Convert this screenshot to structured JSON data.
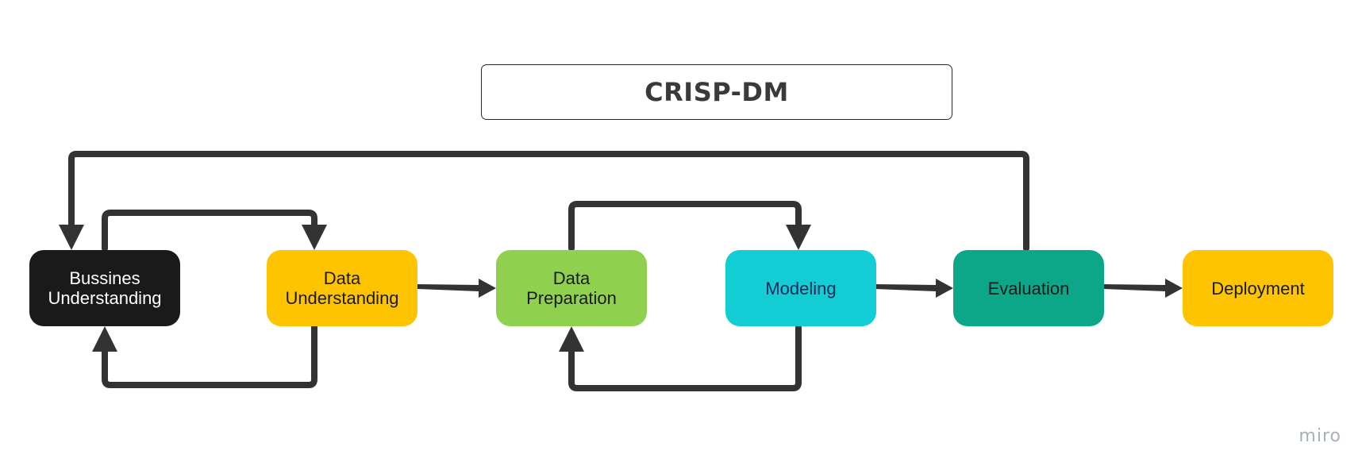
{
  "title": "CRISP-DM",
  "colors": {
    "arrow": "#333333",
    "business": "#1a1a1a",
    "data_understanding": "#ffc400",
    "data_preparation": "#8fd14f",
    "modeling": "#12cdd4",
    "evaluation": "#0ca789",
    "deployment": "#ffc400"
  },
  "stages": {
    "business": {
      "label": "Bussines\nUnderstanding",
      "fill": "#1a1a1a",
      "text_color": "#ffffff"
    },
    "data_understanding": {
      "label": "Data\nUnderstanding",
      "fill": "#ffc400",
      "text_color": "#1a1a1a"
    },
    "data_preparation": {
      "label": "Data\nPreparation",
      "fill": "#8fd14f",
      "text_color": "#1a1a1a"
    },
    "modeling": {
      "label": "Modeling",
      "fill": "#12cdd4",
      "text_color": "#1a2a5a"
    },
    "evaluation": {
      "label": "Evaluation",
      "fill": "#0ca789",
      "text_color": "#1a1a1a"
    },
    "deployment": {
      "label": "Deployment",
      "fill": "#ffc400",
      "text_color": "#1a1a1a"
    }
  },
  "watermark": "miro"
}
